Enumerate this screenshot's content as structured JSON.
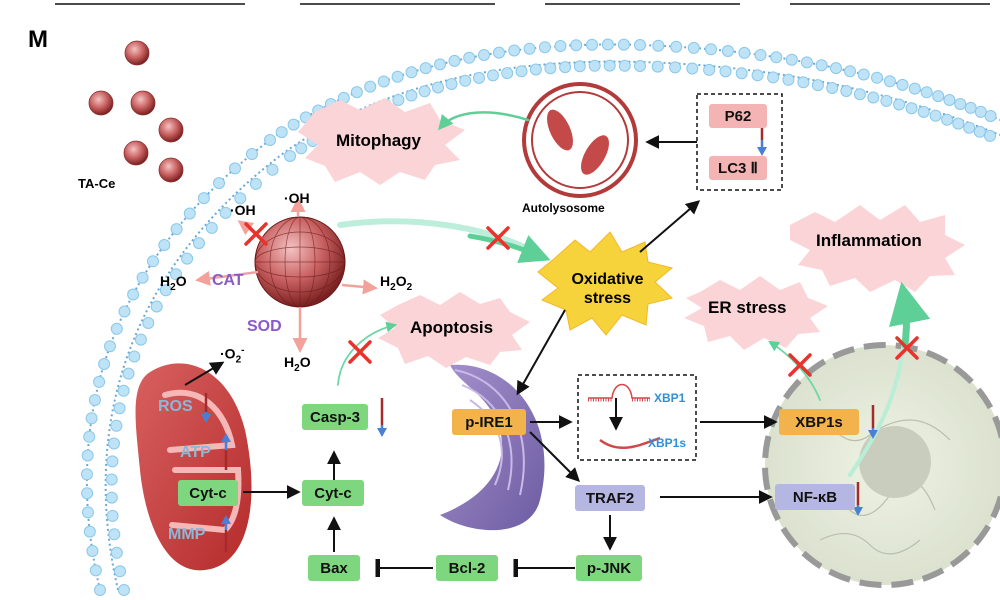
{
  "panel_label": "M",
  "particles_label": "TA-Ce",
  "autolysosome_label": "Autolysosome",
  "bursts": {
    "mitophagy": "Mitophagy",
    "apoptosis": "Apoptosis",
    "oxidative": "Oxidative stress",
    "inflammation": "Inflammation",
    "er_stress": "ER stress"
  },
  "species": {
    "oh_left": "·OH",
    "oh_top": "·OH",
    "h2o_left": "H2O",
    "h2o2": "H2O2",
    "h2o_bottom": "H2O",
    "superoxide": "·O2-"
  },
  "enzymes": {
    "cat": "CAT",
    "sod": "SOD"
  },
  "mito_labels": {
    "ros": "ROS",
    "atp": "ATP",
    "mmp": "MMP"
  },
  "boxes": {
    "p62": "P62",
    "lc3": "LC3 Ⅱ",
    "casp3": "Casp-3",
    "cytc_mito": "Cyt-c",
    "cytc": "Cyt-c",
    "bax": "Bax",
    "bcl2": "Bcl-2",
    "pjnk": "p-JNK",
    "traf2": "TRAF2",
    "pire1": "p-IRE1",
    "xbp1s": "XBP1s",
    "nfkb": "NF-κB"
  },
  "xbp": {
    "xbp1": "XBP1",
    "xbp1s": "XBP1s"
  },
  "colors": {
    "membrane": "#8cc8ea",
    "green_box": "#7ed67e",
    "orange_box": "#f2b34c",
    "lavender_box": "#b5b7e2",
    "pink_box": "#f4b4b4",
    "burst": "#fbd4d7",
    "oxidative_burst": "#f6d33a",
    "inhibit_x": "#e8322b",
    "up_arrow": "#a52a2a",
    "down_arrow": "#4a7fd6",
    "enzyme": "#8a5ac8",
    "mito_text": "#8ab8d8"
  }
}
